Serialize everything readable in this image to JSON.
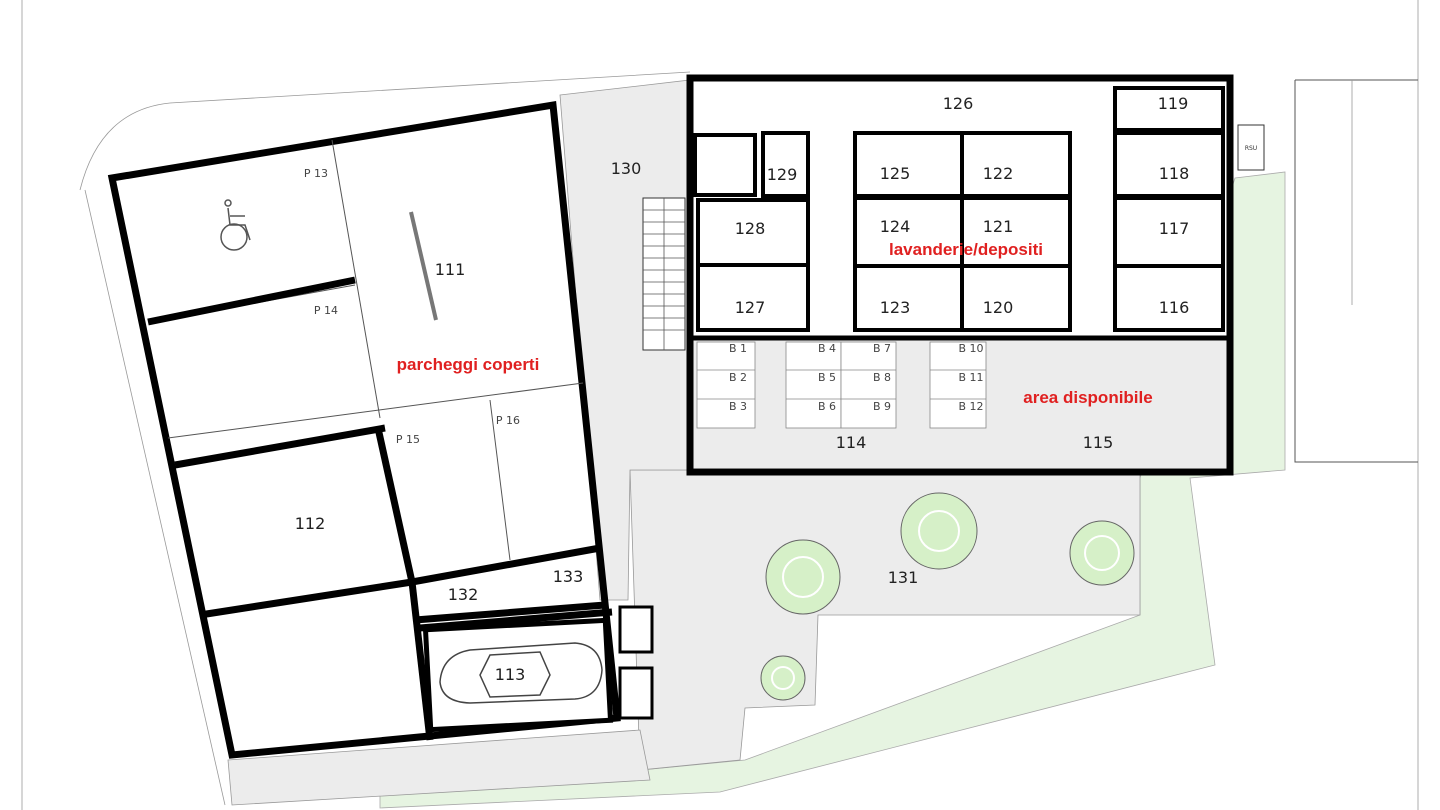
{
  "plan": {
    "colors": {
      "highlight": "#e02020",
      "paved": "#ececec",
      "green": "#e6f4e1",
      "wall": "#000000"
    },
    "rooms": {
      "r111": "111",
      "r112": "112",
      "r113": "113",
      "r114": "114",
      "r115": "115",
      "r116": "116",
      "r117": "117",
      "r118": "118",
      "r119": "119",
      "r120": "120",
      "r121": "121",
      "r122": "122",
      "r123": "123",
      "r124": "124",
      "r125": "125",
      "r126": "126",
      "r127": "127",
      "r128": "128",
      "r129": "129",
      "r130": "130",
      "r131": "131",
      "r132": "132",
      "r133": "133"
    },
    "parking": {
      "p13": "P 13",
      "p14": "P 14",
      "p15": "P 15",
      "p16": "P 16"
    },
    "boxes": [
      "B 1",
      "B 2",
      "B 3",
      "B 4",
      "B 5",
      "B 6",
      "B 7",
      "B 8",
      "B 9",
      "B 10",
      "B 11",
      "B 12"
    ],
    "annotations": {
      "covered_parking": "parcheggi coperti",
      "laundry": "lavanderie/depositi",
      "available_area": "area disponibile",
      "rsu": "RSU"
    },
    "icons": [
      "wheelchair-icon",
      "car-icon",
      "tree-icon"
    ]
  }
}
